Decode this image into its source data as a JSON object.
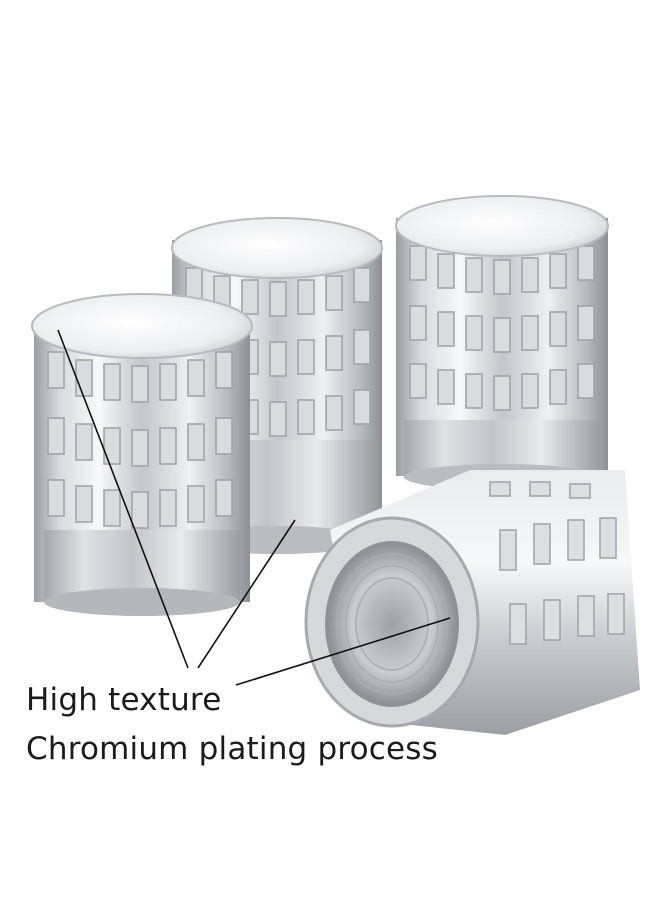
{
  "caption": {
    "line1": "High texture",
    "line2": "Chromium plating process"
  },
  "colors": {
    "background": "#ffffff",
    "chrome_light": "#f4f5f7",
    "chrome_mid": "#c9ccd1",
    "chrome_dark": "#8e9298",
    "text": "#1b1b1b",
    "pointer_line": "#111111"
  },
  "product": {
    "name": "valve-stem-caps",
    "count": 4
  }
}
